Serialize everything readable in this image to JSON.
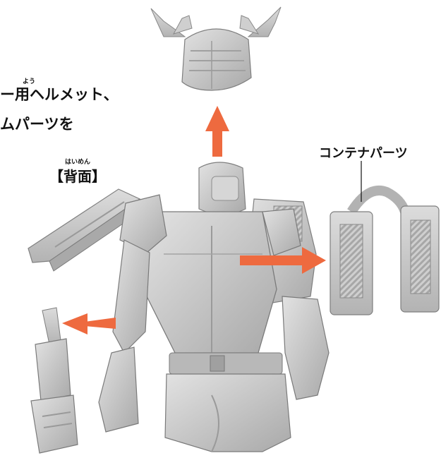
{
  "captions": {
    "line1": "ー用ヘルメット、",
    "line1_ruby": "よう",
    "line2": "ムパーツを",
    "back_label": "【背面】",
    "back_ruby": "はいめん",
    "container_label": "コンテナパーツ"
  },
  "colors": {
    "arrow": "#ee6a3f",
    "plastic": "#c9c9c9",
    "plastic_dark": "#9c9c9c",
    "plastic_light": "#e4e4e4",
    "text": "#111111"
  },
  "icons": {
    "arrow_up": "arrow-up-icon",
    "arrow_left": "arrow-left-icon",
    "arrow_right": "arrow-right-icon"
  }
}
